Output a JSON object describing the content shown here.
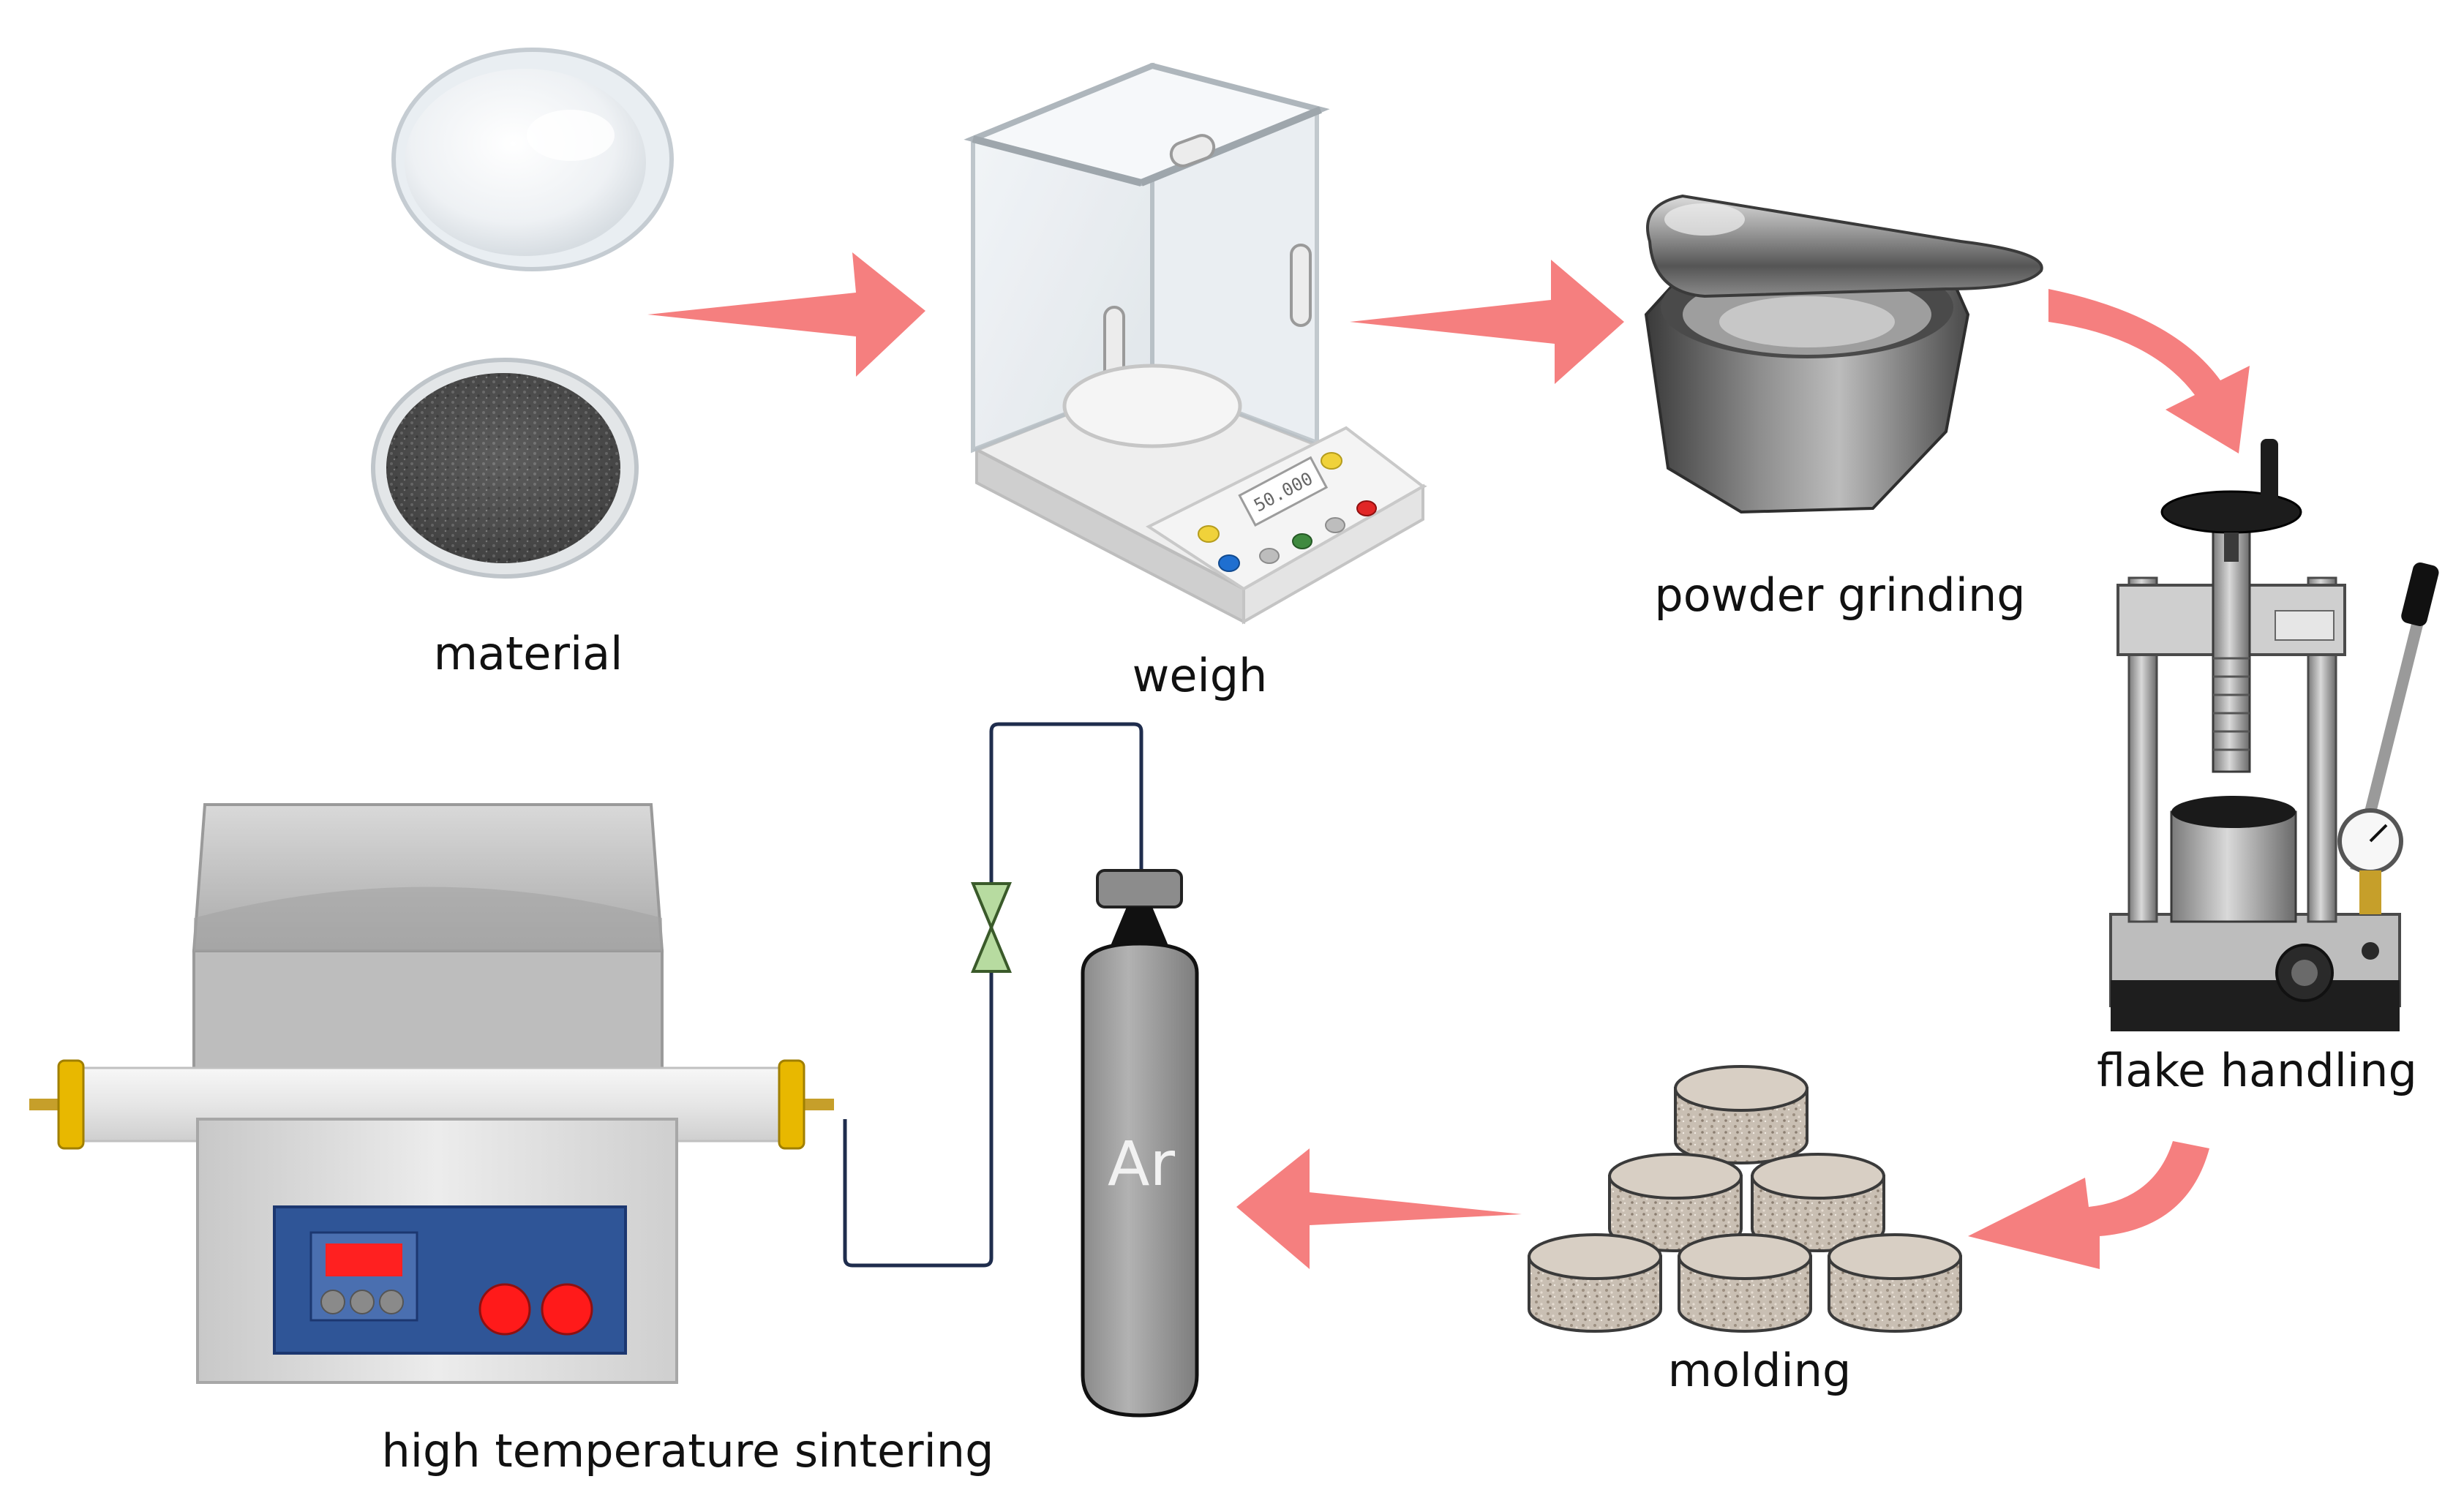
{
  "labels": {
    "material": "material",
    "weigh": "weigh",
    "powder_grinding": "powder grinding",
    "flake_handling": "flake handling",
    "molding": "molding",
    "high_temperature_sintering": "high temperature sintering"
  },
  "balance": {
    "display": "50.000"
  },
  "gas_cylinder": {
    "label": "Ar"
  },
  "colors": {
    "arrow": "#f57f7f",
    "cylinder": "#9b9b9b",
    "furnace_panel": "#2f5597",
    "furnace_buttons": "#ff1a1a",
    "furnace_display": "#ff2020",
    "valve": "#b7dba0",
    "end_caps": "#e8b800",
    "gas_line": "#1f2d4d"
  }
}
